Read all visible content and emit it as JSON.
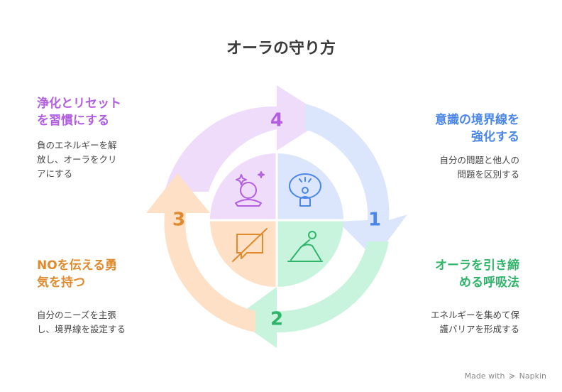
{
  "title": "オーラの守り方",
  "colors": {
    "step1": "#4a86e8",
    "step2": "#2fb56a",
    "step3": "#e08a2e",
    "step4": "#b15ee0"
  },
  "steps": [
    {
      "number": "1",
      "title": "意識の境界線を\n強化する",
      "description": "自分の問題と他人の\n問題を区別する",
      "icon": "meditating-person-icon"
    },
    {
      "number": "2",
      "title": "オーラを引き締\nめる呼吸法",
      "description": "エネルギーを集めて保\n護バリアを形成する",
      "icon": "breathing-stretch-icon"
    },
    {
      "number": "3",
      "title": "NOを伝える勇\n気を持つ",
      "description": "自分のニーズを主張\nし、境界線を設定する",
      "icon": "no-speech-icon"
    },
    {
      "number": "4",
      "title": "浄化とリセット\nを習慣にする",
      "description": "負のエネルギーを解\n放し、オーラをクリ\nアにする",
      "icon": "crystal-ball-icon"
    }
  ],
  "footer": {
    "made_with": "Made with",
    "brand": "Napkin"
  }
}
